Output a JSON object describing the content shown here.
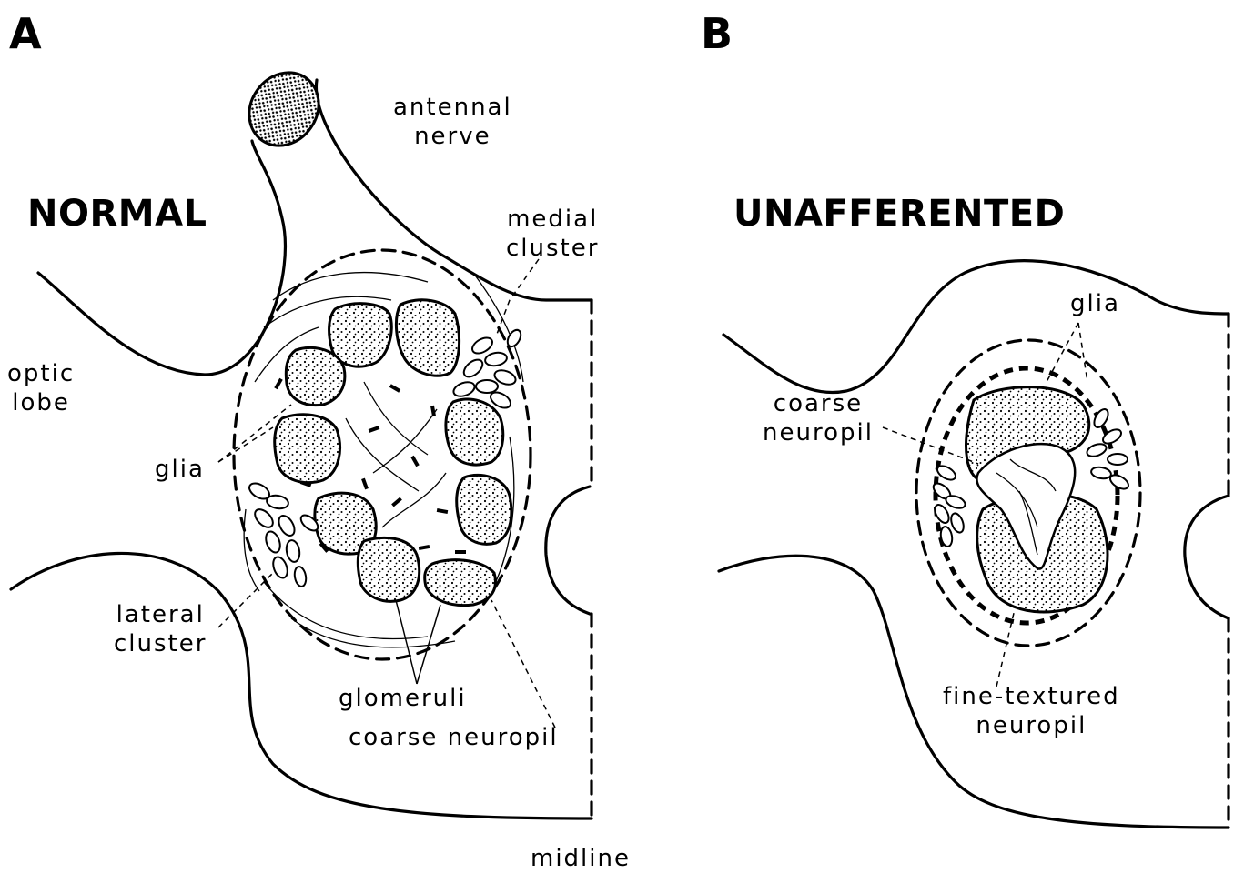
{
  "panels": {
    "a": {
      "letter": "A",
      "condition": "NORMAL",
      "labels": {
        "antennal_nerve_1": "antennal",
        "antennal_nerve_2": "nerve",
        "medial_cluster_1": "medial",
        "medial_cluster_2": "cluster",
        "optic_lobe_1": "optic",
        "optic_lobe_2": "lobe",
        "glia": "glia",
        "lateral_cluster_1": "lateral",
        "lateral_cluster_2": "cluster",
        "glomeruli": "glomeruli",
        "coarse_neuropil": "coarse neuropil",
        "midline": "midline"
      }
    },
    "b": {
      "letter": "B",
      "condition": "UNAFFERENTED",
      "labels": {
        "glia": "glia",
        "coarse_neuropil_1": "coarse",
        "coarse_neuropil_2": "neuropil",
        "fine_textured_1": "fine-textured",
        "fine_textured_2": "neuropil"
      }
    }
  }
}
